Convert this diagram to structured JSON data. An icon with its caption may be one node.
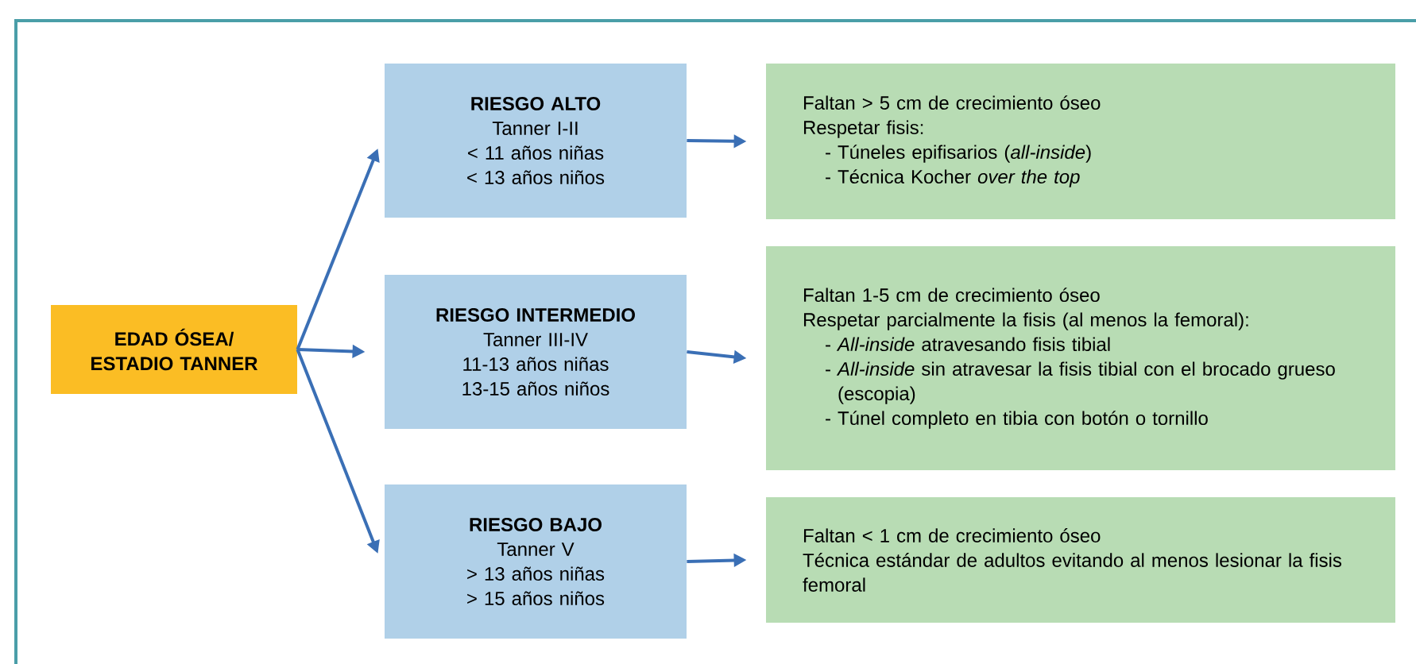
{
  "diagram": {
    "nodes": [
      {
        "text": [
          "EDAD ÓSEA/ ESTADIO TANNER"
        ]
      },
      {
        "text": [
          "RIESGO ALTO",
          "Tanner I-II",
          "< 11 años niñas",
          "< 13 años niños"
        ]
      },
      {
        "text": [
          "RIESGO INTERMEDIO",
          "Tanner III-IV",
          "11-13 años niñas",
          "13-15 años niños"
        ]
      },
      {
        "text": [
          "RIESGO BAJO",
          "Tanner V",
          "> 13 años niñas",
          "> 15 años niños"
        ]
      },
      {
        "text": [
          "Faltan > 5 cm de crecimiento óseo",
          "Respetar fisis:",
          "- Túneles epifisarios (*all-inside*)",
          "- Técnica Kocher *over the top*"
        ]
      },
      {
        "text": [
          "Faltan 1-5 cm de crecimiento óseo",
          "Respetar parcialmente la fisis (al menos la femoral):",
          "- *All-inside* atravesando fisis tibial",
          "- *All-inside* sin atravesar la fisis tibial con el brocado grueso (escopia)",
          "- Túnel completo en tibia con botón o tornillo"
        ]
      },
      {
        "text": [
          "Faltan < 1 cm de crecimiento óseo",
          "Técnica estándar de adultos evitando al menos lesionar la fisis femoral"
        ]
      }
    ],
    "edges": [
      {
        "from": 0,
        "to": 1,
        "arrow": "to"
      },
      {
        "from": 0,
        "to": 2,
        "arrow": "to"
      },
      {
        "from": 0,
        "to": 3,
        "arrow": "to"
      },
      {
        "from": 1,
        "to": 4,
        "arrow": "to"
      },
      {
        "from": 2,
        "to": 5,
        "arrow": "to"
      },
      {
        "from": 3,
        "to": 6,
        "arrow": "to"
      }
    ]
  }
}
